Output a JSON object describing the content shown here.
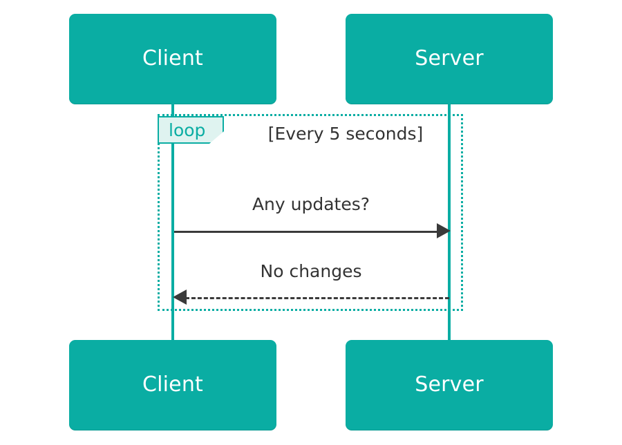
{
  "diagram": {
    "type": "sequence-diagram",
    "participants": [
      {
        "id": "client",
        "label": "Client"
      },
      {
        "id": "server",
        "label": "Server"
      }
    ],
    "fragment": {
      "kind": "loop",
      "tag_label": "loop",
      "condition": "[Every 5 seconds]"
    },
    "messages": [
      {
        "label": "Any updates?",
        "from": "client",
        "to": "server",
        "style": "solid",
        "direction": "right"
      },
      {
        "label": "No changes",
        "from": "server",
        "to": "client",
        "style": "dashed",
        "direction": "left"
      }
    ],
    "colors": {
      "participant_fill": "#0aada3",
      "participant_text": "#ffffff",
      "lifeline": "#0aada3",
      "fragment_border": "#0aada3",
      "fragment_tag_fill": "#dff3f0",
      "fragment_tag_text": "#0aada3",
      "message_text": "#333333",
      "message_arrow": "#3a3a3a",
      "background": "#ffffff"
    }
  }
}
